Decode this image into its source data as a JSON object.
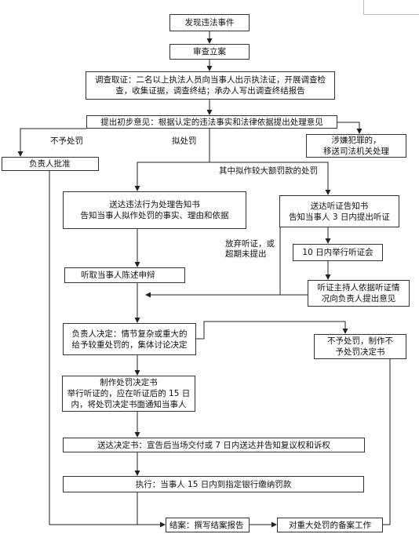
{
  "nodes": {
    "discover": "发现违法事件",
    "register": "审查立案",
    "investigate": "调查取证：二名以上执法人员向当事人出示执法证，开展调查检\n查，收集证据，调查终结；承办人写出调查终结报告",
    "preliminary": "提出初步意见：根据认定的违法事实和法律依据提出处理意见",
    "transfer": "涉嫌犯罪的，\n移送司法机关处理",
    "leader_approve": "负责人批准",
    "notice": "送达违法行为处理告知书\n告知当事人拟作处罚的事实、理由和依据",
    "hearing_notice": "送达听证告知书\n告知当事人 3 日内提出听证",
    "hearing_10": "10 日内举行听证会",
    "defense": "听取当事人陈述申辩",
    "hearing_host": "听证主持人依据听证情\n况向负责人提出意见",
    "decide": "负责人决定：情节复杂或重大的\n给予较重处罚的，集体讨论决定",
    "no_penalty": "不予处罚，制作不\n予处罚决定书",
    "make_decision": "制作处罚决定书\n举行听证的，应在听证后的 15 日\n内，将处罚决定书面通知当事人",
    "deliver": "送达决定书：宣告后当场交付或 7 日内送达并告知复议权和诉权",
    "execute": "执行：当事人 15 日内到指定银行缴纳罚款",
    "close": "结案：撰写结案报告",
    "record": "对重大处罚的备案工作"
  },
  "labels": {
    "no_punish": "不予处罚",
    "punish": "拟处罚",
    "large_fine": "其中拟作较大额罚款的处罚",
    "waive": "放弃听证，或\n超期未提出"
  }
}
